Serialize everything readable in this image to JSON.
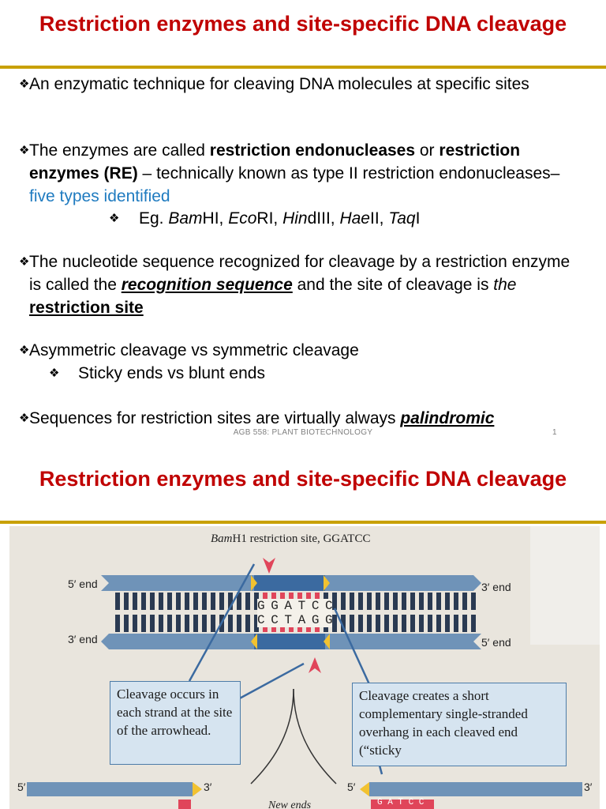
{
  "slide1": {
    "title": "Restriction enzymes and site-specific DNA cleavage",
    "bullets": {
      "b1": "An enzymatic technique for cleaving DNA molecules at specific sites",
      "b2_a": "The enzymes are called ",
      "b2_b": "restriction endonucleases",
      "b2_c": " or ",
      "b2_d": "restriction enzymes (RE)",
      "b2_e": " – technically known as type II restriction endonucleases– ",
      "b2_f": "five types identified",
      "sub_eg": "Eg. ",
      "sub_e1a": "Bam",
      "sub_e1b": "HI, ",
      "sub_e2a": "Eco",
      "sub_e2b": "RI, ",
      "sub_e3a": "Hin",
      "sub_e3b": "dIII, ",
      "sub_e4a": "Hae",
      "sub_e4b": "II, ",
      "sub_e5a": "Taq",
      "sub_e5b": "I",
      "b3_a": "The nucleotide sequence recognized for cleavage by a restriction enzyme is called the ",
      "b3_b": "recognition sequence",
      "b3_c": " and the site of cleavage is ",
      "b3_d": "the",
      "b3_e": "restriction site",
      "b4": "Asymmetric cleavage vs symmetric cleavage",
      "b4_sub": "Sticky ends vs blunt ends",
      "b5_a": "Sequences for restriction sites are virtually always ",
      "b5_b": "palindromic"
    },
    "footer": "AGB 558: PLANT BIOTECHNOLOGY",
    "page_number": "1"
  },
  "slide2": {
    "title": "Restriction enzymes and site-specific DNA cleavage",
    "figure": {
      "heading_italic": "Bam",
      "heading_rest": "H1 restriction site, GGATCC",
      "end_5_left": "5′ end",
      "end_3_left": "3′ end",
      "end_3_right": "3′ end",
      "end_5_right": "5′ end",
      "top_seq": "G G A T C C",
      "bottom_seq": "C C T A G G",
      "callout_left": "Cleavage occurs in each strand at the site of the arrowhead.",
      "callout_right": "Cleavage creates a short complementary single-stranded overhang in each cleaved end (“sticky",
      "new_ends": "New ends",
      "lower_5_left": "5′",
      "lower_3_left": "3′",
      "lower_5_right": "5′",
      "lower_3_right": "3′",
      "lower_seq": "G A T C C"
    }
  },
  "colors": {
    "title_red": "#c00000",
    "rule_gold": "#c8a000",
    "link_blue": "#1f7bc0",
    "dna_blue": "#6f93b8",
    "base_pair_dark": "#2a3a52",
    "site_red": "#e0455a",
    "marker_yellow": "#f2c230"
  }
}
